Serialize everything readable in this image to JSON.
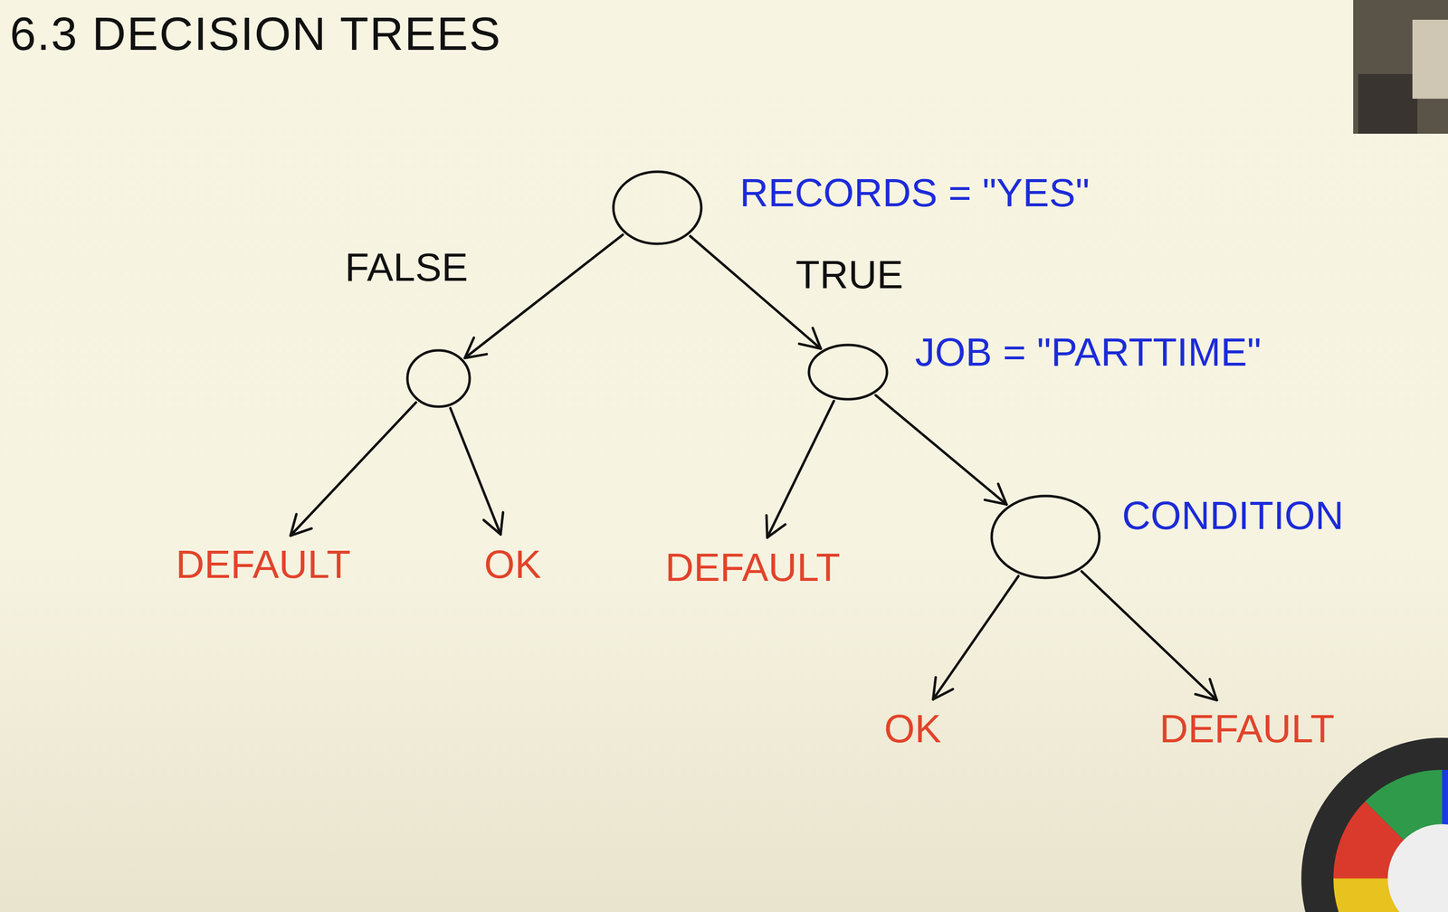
{
  "diagram": {
    "title": "6.3 DECISION TREES",
    "nodes": [
      {
        "text": [
          "RECORDS = \"YES\""
        ]
      },
      {
        "text": []
      },
      {
        "text": [
          "JOB = \"PARTTIME\""
        ]
      },
      {
        "text": [
          "CONDITION"
        ]
      },
      {
        "text": [
          "DEFAULT"
        ]
      },
      {
        "text": [
          "OK"
        ]
      },
      {
        "text": [
          "DEFAULT"
        ]
      },
      {
        "text": [
          "OK"
        ]
      },
      {
        "text": [
          "DEFAULT"
        ]
      }
    ],
    "edges": [
      {
        "from": 0,
        "to": 1,
        "arrow": "to",
        "label": "FALSE"
      },
      {
        "from": 0,
        "to": 2,
        "arrow": "to",
        "label": "TRUE"
      },
      {
        "from": 1,
        "to": 4,
        "arrow": "to"
      },
      {
        "from": 1,
        "to": 5,
        "arrow": "to"
      },
      {
        "from": 2,
        "to": 6,
        "arrow": "to"
      },
      {
        "from": 2,
        "to": 3,
        "arrow": "to"
      },
      {
        "from": 3,
        "to": 7,
        "arrow": "to"
      },
      {
        "from": 3,
        "to": 8,
        "arrow": "to"
      }
    ]
  }
}
